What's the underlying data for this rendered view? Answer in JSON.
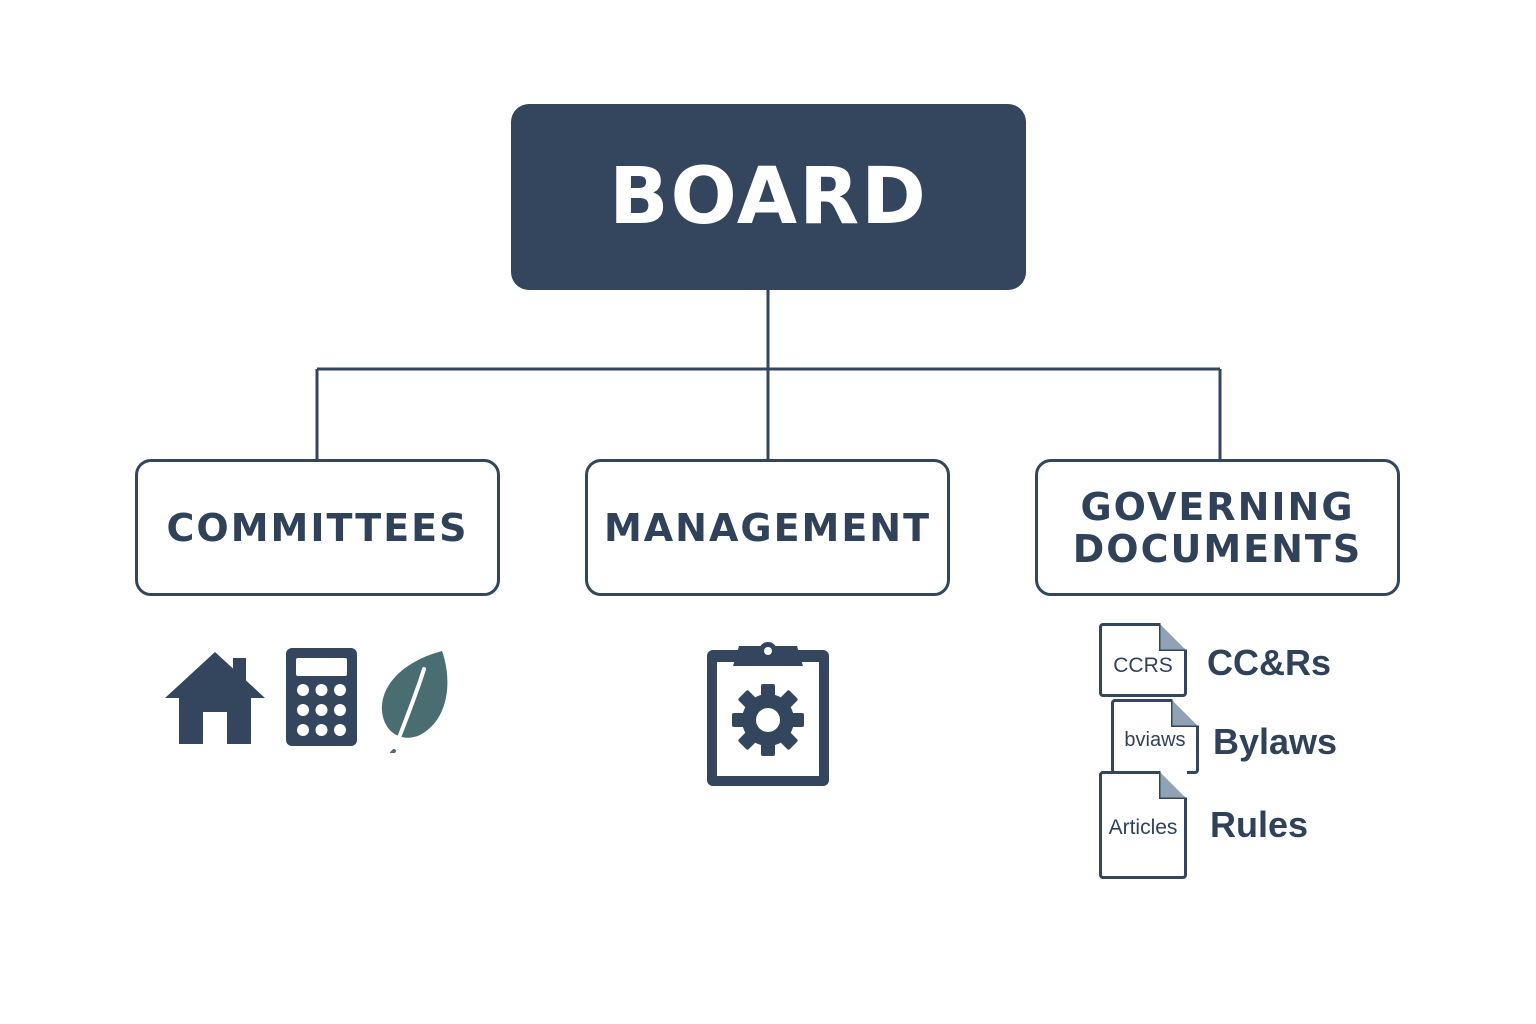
{
  "diagram": {
    "root": {
      "label": "BOARD"
    },
    "children": [
      {
        "label": "COMMITTEES",
        "icons": [
          "house-icon",
          "calculator-icon",
          "leaf-icon"
        ]
      },
      {
        "label": "MANAGEMENT",
        "icons": [
          "clipboard-gear-icon"
        ]
      },
      {
        "label": "GOVERNING DOCUMENTS",
        "documents": [
          {
            "icon_text": "CCRS",
            "label": "CC&Rs"
          },
          {
            "icon_text": "bviaws",
            "label": "Bylaws"
          },
          {
            "icon_text": "Articles",
            "label": "Rules"
          }
        ]
      }
    ]
  },
  "colors": {
    "primary": "#33465e",
    "text": "#2f4259",
    "leaf": "#4a6d72",
    "background": "#ffffff"
  }
}
